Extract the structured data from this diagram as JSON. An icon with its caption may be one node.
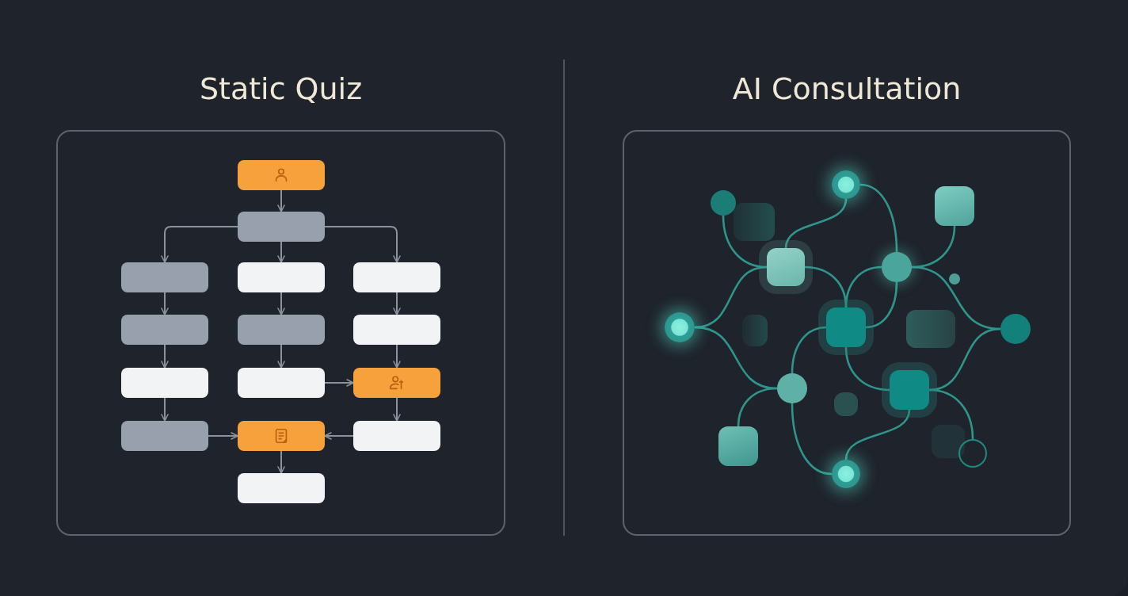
{
  "diagram": {
    "nodes": [
      {
        "text": [
          "Static Quiz"
        ]
      },
      {
        "text": [],
        "shape": "box",
        "in": 0
      },
      {
        "text": [],
        "shape": "box",
        "in": 0
      },
      {
        "text": [],
        "shape": "box",
        "in": 0
      },
      {
        "text": [],
        "shape": "box",
        "in": 0
      },
      {
        "text": [],
        "shape": "box",
        "in": 0
      },
      {
        "text": [],
        "shape": "box",
        "in": 0
      },
      {
        "text": [],
        "shape": "box",
        "in": 0
      },
      {
        "text": [],
        "shape": "box",
        "in": 0
      },
      {
        "text": [],
        "shape": "box",
        "in": 0
      },
      {
        "text": [],
        "shape": "box",
        "in": 0
      },
      {
        "text": [],
        "shape": "box",
        "in": 0
      },
      {
        "text": [],
        "shape": "box",
        "in": 0
      },
      {
        "text": [],
        "shape": "box",
        "in": 0
      },
      {
        "text": [],
        "shape": "box",
        "in": 0
      },
      {
        "text": [],
        "shape": "box",
        "in": 0
      },
      {
        "text": [
          "AI Consultation"
        ]
      },
      {
        "text": [],
        "shape": "circle",
        "in": 16
      },
      {
        "text": [],
        "shape": "circle",
        "in": 16
      },
      {
        "text": [],
        "shape": "box",
        "in": 16
      },
      {
        "text": [],
        "shape": "box",
        "in": 16
      },
      {
        "text": [],
        "shape": "box",
        "in": 16
      },
      {
        "text": [],
        "shape": "circle",
        "in": 16
      },
      {
        "text": [],
        "shape": "circle",
        "in": 16
      },
      {
        "text": [],
        "shape": "circle",
        "in": 16
      },
      {
        "text": [],
        "shape": "box",
        "in": 16
      },
      {
        "text": [],
        "shape": "box",
        "in": 16
      },
      {
        "text": [],
        "shape": "box",
        "in": 16
      },
      {
        "text": [],
        "shape": "circle",
        "in": 16
      },
      {
        "text": [],
        "shape": "circle",
        "in": 16
      },
      {
        "text": [],
        "shape": "box",
        "in": 16
      },
      {
        "text": [],
        "shape": "box",
        "in": 16
      },
      {
        "text": [],
        "shape": "box",
        "in": 16
      },
      {
        "text": [],
        "shape": "box",
        "in": 16
      },
      {
        "text": [],
        "shape": "circle",
        "in": 16
      },
      {
        "text": [],
        "shape": "circle",
        "in": 16
      }
    ],
    "edges": [
      {
        "from": 1,
        "to": 2,
        "arrow": "to",
        "color": "#8b929e"
      },
      {
        "from": 2,
        "to": 3,
        "arrow": "to",
        "color": "#8b929e"
      },
      {
        "from": 2,
        "to": 4,
        "arrow": "to",
        "color": "#8b929e"
      },
      {
        "from": 2,
        "to": 5,
        "arrow": "to",
        "color": "#8b929e"
      },
      {
        "from": 3,
        "to": 6,
        "arrow": "to",
        "color": "#8b929e"
      },
      {
        "from": 4,
        "to": 7,
        "arrow": "to",
        "color": "#8b929e"
      },
      {
        "from": 5,
        "to": 8,
        "arrow": "to",
        "color": "#8b929e"
      },
      {
        "from": 6,
        "to": 9,
        "arrow": "to",
        "color": "#8b929e"
      },
      {
        "from": 7,
        "to": 10,
        "arrow": "to",
        "color": "#8b929e"
      },
      {
        "from": 8,
        "to": 11,
        "arrow": "to",
        "color": "#8b929e"
      },
      {
        "from": 9,
        "to": 12,
        "arrow": "to",
        "color": "#8b929e"
      },
      {
        "from": 10,
        "to": 11,
        "arrow": "to",
        "color": "#8b929e"
      },
      {
        "from": 11,
        "to": 14,
        "arrow": "to",
        "color": "#8b929e"
      },
      {
        "from": 12,
        "to": 13,
        "arrow": "to",
        "color": "#8b929e"
      },
      {
        "from": 14,
        "to": 13,
        "arrow": "to",
        "color": "#8b929e"
      },
      {
        "from": 13,
        "to": 15,
        "arrow": "to",
        "color": "#8b929e"
      },
      {
        "from": 18,
        "to": 21,
        "arrow": "none"
      },
      {
        "from": 17,
        "to": 21,
        "arrow": "none"
      },
      {
        "from": 17,
        "to": 22,
        "arrow": "none"
      },
      {
        "from": 20,
        "to": 22,
        "arrow": "none"
      },
      {
        "from": 24,
        "to": 21,
        "arrow": "none"
      },
      {
        "from": 24,
        "to": 29,
        "arrow": "none"
      },
      {
        "from": 21,
        "to": 26,
        "arrow": "none"
      },
      {
        "from": 22,
        "to": 26,
        "arrow": "none"
      },
      {
        "from": 22,
        "to": 26,
        "arrow": "none"
      },
      {
        "from": 22,
        "to": 28,
        "arrow": "none"
      },
      {
        "from": 26,
        "to": 29,
        "arrow": "none"
      },
      {
        "from": 26,
        "to": 31,
        "arrow": "none"
      },
      {
        "from": 29,
        "to": 32,
        "arrow": "none"
      },
      {
        "from": 29,
        "to": 35,
        "arrow": "none"
      },
      {
        "from": 31,
        "to": 28,
        "arrow": "none"
      },
      {
        "from": 31,
        "to": 35,
        "arrow": "none"
      },
      {
        "from": 31,
        "to": 34,
        "arrow": "none"
      }
    ]
  }
}
